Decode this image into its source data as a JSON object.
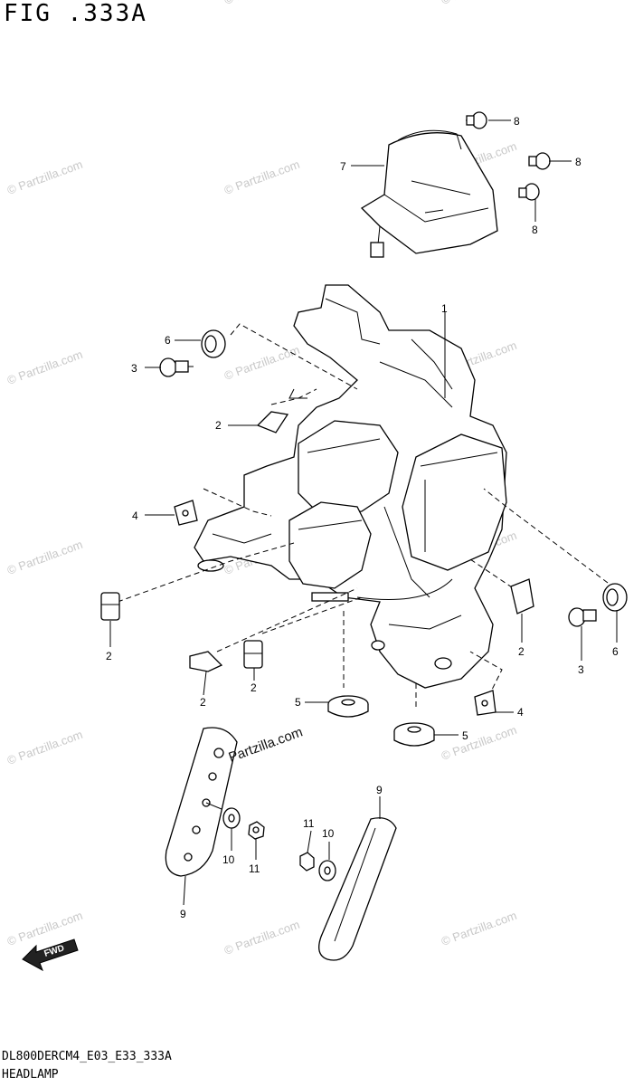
{
  "figure_title": "FIG .333A",
  "footer": {
    "model_code": "DL800DERCM4_E03_E33_333A",
    "section_name": "HEADLAMP"
  },
  "watermark": {
    "main": "Partzilla.com",
    "repeat": "© Partzilla.com"
  },
  "fwd_label": "FWD",
  "callouts": {
    "c1": "1",
    "c2a": "2",
    "c2b": "2",
    "c2c": "2",
    "c2d": "2",
    "c2e": "2",
    "c3a": "3",
    "c3b": "3",
    "c4a": "4",
    "c4b": "4",
    "c5a": "5",
    "c5b": "5",
    "c6a": "6",
    "c6b": "6",
    "c7": "7",
    "c8a": "8",
    "c8b": "8",
    "c8c": "8",
    "c9a": "9",
    "c9b": "9",
    "c10a": "10",
    "c10b": "10",
    "c11a": "11",
    "c11b": "11"
  }
}
